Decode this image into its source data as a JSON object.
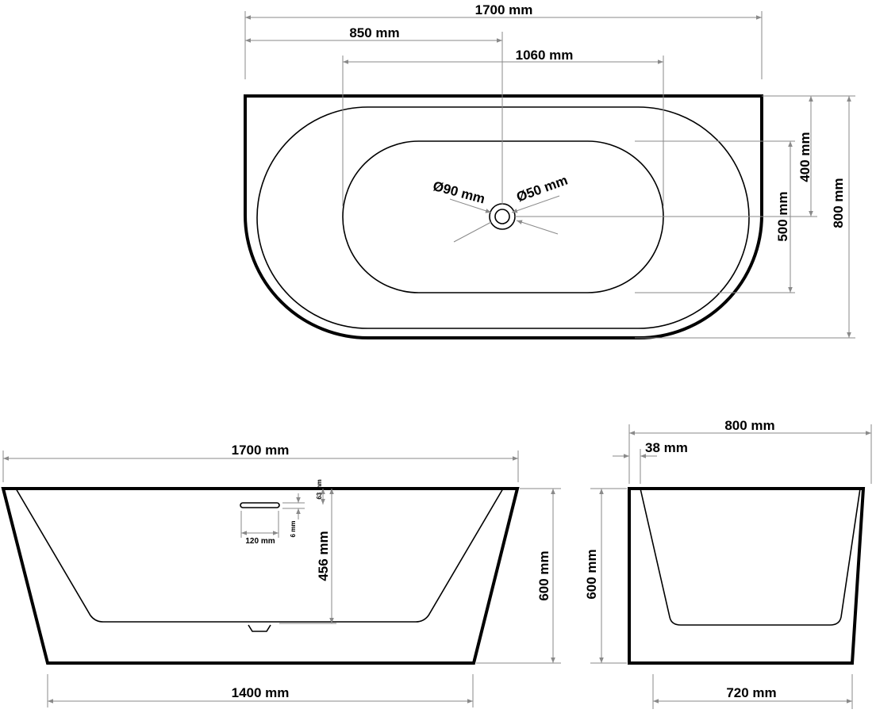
{
  "top_view": {
    "length": "1700 mm",
    "half_length": "850 mm",
    "inner_length": "1060 mm",
    "width": "800 mm",
    "drain_offset": "400 mm",
    "inner_width": "500 mm",
    "drain_outer": "Ø90 mm",
    "drain_inner": "Ø50 mm"
  },
  "front_view": {
    "top_length": "1700 mm",
    "bottom_length": "1400 mm",
    "height": "600 mm",
    "overflow_depth": "456 mm",
    "overflow_width": "120 mm",
    "overflow_gap": "6 mm",
    "overflow_top": "63 mm"
  },
  "side_view": {
    "top_width": "800 mm",
    "wall": "38 mm",
    "height": "600 mm",
    "bottom_width": "720 mm"
  }
}
